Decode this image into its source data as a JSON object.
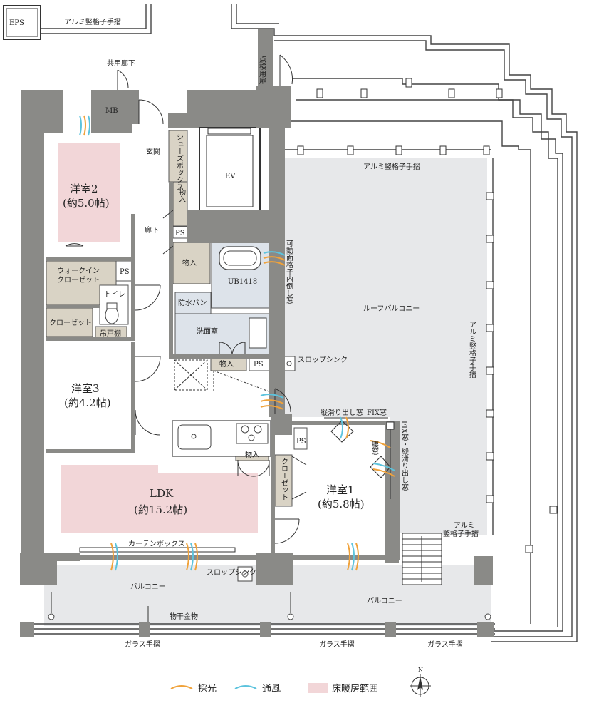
{
  "rooms": {
    "western2": {
      "name": "洋室2",
      "size": "(約5.0帖)"
    },
    "western3": {
      "name": "洋室3",
      "size": "(約4.2帖)"
    },
    "western1": {
      "name": "洋室1",
      "size": "(約5.8帖)"
    },
    "ldk": {
      "name": "LDK",
      "size": "(約15.2帖)"
    }
  },
  "labels": {
    "eps": "EPS",
    "mb": "MB",
    "common_corridor": "共用廊下",
    "inspection_door": "点検用扉",
    "entrance": "玄関",
    "shoe_box": "シューズボックス",
    "storage": "物入",
    "ps": "PS",
    "corridor": "廊下",
    "ev": "EV",
    "walkin": "ウォークイン\nクローゼット",
    "walkin_1": "ウォークイン",
    "walkin_2": "クローゼット",
    "toilet": "トイレ",
    "closet": "クローゼット",
    "hanging_shelf": "吊戸棚",
    "waterproof_pan": "防水パン",
    "washroom": "洗面室",
    "unit_bath": "UB1418",
    "movable_lattice": "可動面格子内倒し窓",
    "slop_sink": "スロップシンク",
    "roof_balcony": "ルーフバルコニー",
    "alu_rail": "アルミ竪格子手摺",
    "curtain_box": "カーテンボックス",
    "balcony": "バルコニー",
    "laundry": "物干金物",
    "glass_rail": "ガラス手摺",
    "slide_window": "縦滑り出し窓",
    "fix_window": "FIX窓",
    "fix_slide_window": "FIX窓・縦滑り出し窓",
    "waist_window": "腰窓",
    "closet_vertical": "クローゼット"
  },
  "legend": {
    "light": "採光",
    "ventilation": "通風",
    "floor_heating": "床暖房範囲",
    "north": "N",
    "colors": {
      "light": "#f0a23a",
      "ventilation": "#5cc3dd",
      "heating": "#f2d6d8"
    }
  }
}
